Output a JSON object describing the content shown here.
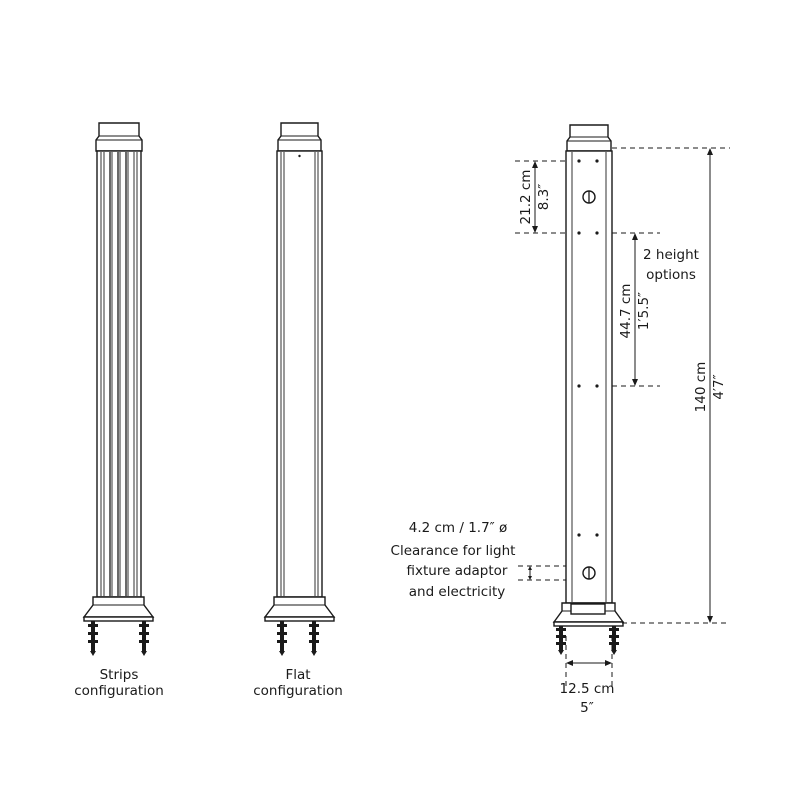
{
  "labels": {
    "strips_line1": "Strips",
    "strips_line2": "configuration",
    "flat_line1": "Flat",
    "flat_line2": "configuration"
  },
  "dimensions": {
    "top_offset_cm": "21.2 cm",
    "top_offset_in": "8.3″",
    "option_cm": "44.7 cm",
    "option_in": "1′5.5″",
    "height_options_line1": "2 height",
    "height_options_line2": "options",
    "total_cm": "140 cm",
    "total_in": "4′7″",
    "clearance_line1": "4.2 cm / 1.7″  ø",
    "clearance_line2": "Clearance for light",
    "clearance_line3": "fixture adaptor",
    "clearance_line4": "and electricity",
    "width_cm": "12.5 cm",
    "width_in": "5″"
  }
}
